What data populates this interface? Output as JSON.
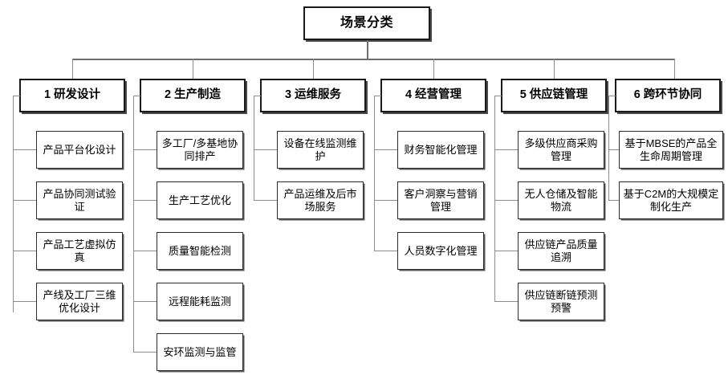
{
  "diagram": {
    "type": "tree",
    "title": "场景分类",
    "root": {
      "label": "场景分类"
    },
    "categories": [
      {
        "index": "1",
        "label": "1 研发设计",
        "items": [
          "产品平台化设计",
          "产品协同测试验证",
          "产品工艺虚拟仿真",
          "产线及工厂三维优化设计"
        ]
      },
      {
        "index": "2",
        "label": "2 生产制造",
        "items": [
          "多工厂/多基地协同排产",
          "生产工艺优化",
          "质量智能检测",
          "远程能耗监测",
          "安环监测与监管"
        ]
      },
      {
        "index": "3",
        "label": "3 运维服务",
        "items": [
          "设备在线监测维护",
          "产品运维及后市场服务"
        ]
      },
      {
        "index": "4",
        "label": "4 经营管理",
        "items": [
          "财务智能化管理",
          "客户洞察与营销管理",
          "人员数字化管理"
        ]
      },
      {
        "index": "5",
        "label": "5 供应链管理",
        "items": [
          "多级供应商采购管理",
          "无人仓储及智能物流",
          "供应链产品质量追溯",
          "供应链断链预测预警"
        ]
      },
      {
        "index": "6",
        "label": "6 跨环节协同",
        "items": [
          "基于MBSE的产品全生命周期管理",
          "基于C2M的大规模定制化生产"
        ]
      }
    ]
  },
  "colors": {
    "background": "#ffffff",
    "box_border": "#1a1a1a",
    "leaf_border": "#2b2b2b",
    "connector": "#8c8c8c",
    "shadow": "#4a4a4a",
    "text": "#000000"
  }
}
